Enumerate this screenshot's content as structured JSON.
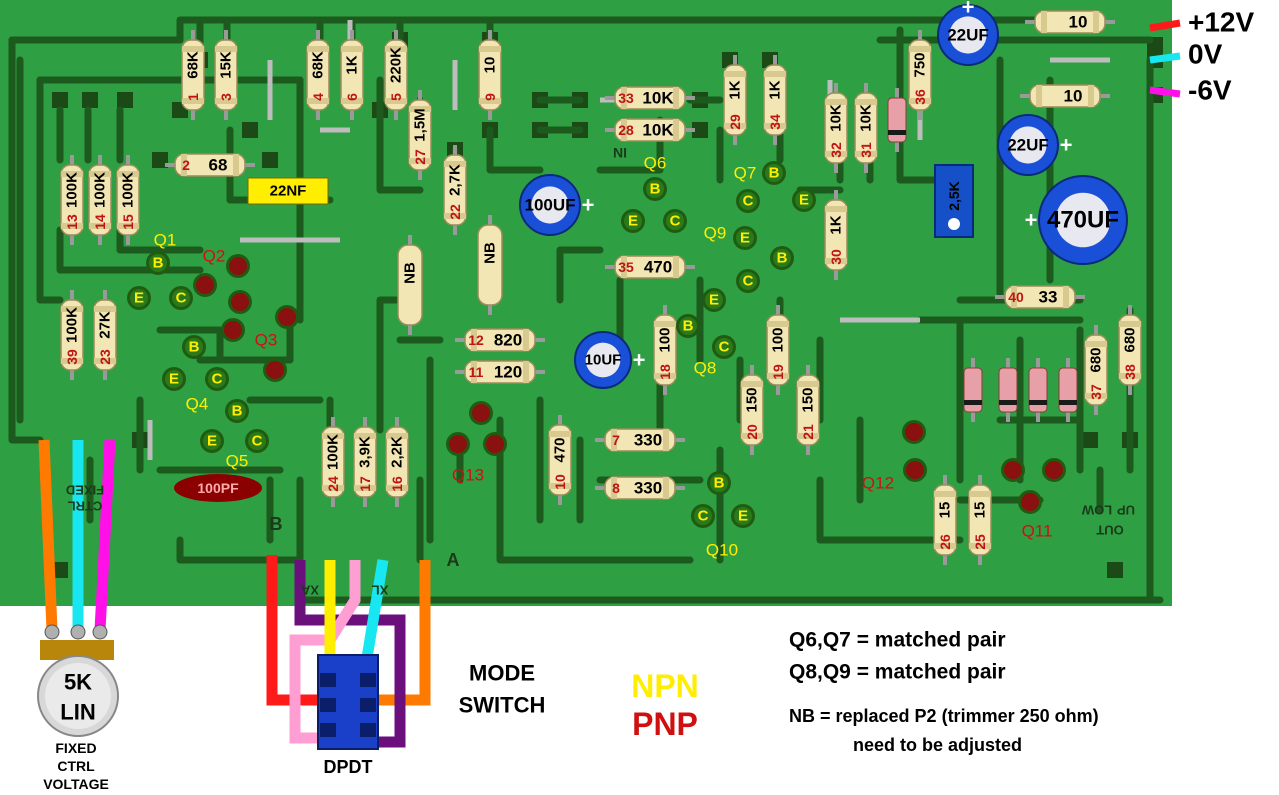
{
  "colors": {
    "pcb": "#2ea043",
    "trace": "#1c5a1e",
    "pad": "#1b4a17",
    "resistor_body": "#f2e6b4",
    "npn_label": "#ffee00",
    "pnp_label": "#d01010",
    "wire_red": "#ff1a1a",
    "wire_cyan": "#18e6f0",
    "wire_magenta": "#ff10e6",
    "wire_orange": "#ff7a00",
    "wire_yellow": "#ffee00",
    "wire_pink": "#ff9ed2",
    "wire_purple": "#6a0f7c",
    "cap_blue": "#1a4fd8",
    "trimmer_blue": "#1550c8",
    "cap_brown": "#8b0000"
  },
  "power_labels": [
    "+12V",
    "0V",
    "-6V"
  ],
  "resistors": [
    {
      "id": "1",
      "value": "68K"
    },
    {
      "id": "3",
      "value": "15K"
    },
    {
      "id": "4",
      "value": "68K"
    },
    {
      "id": "6",
      "value": "1K"
    },
    {
      "id": "5",
      "value": "220K"
    },
    {
      "id": "9",
      "value": "10"
    },
    {
      "id": "27",
      "value": "1,5M"
    },
    {
      "id": "22",
      "value": "2,7K"
    },
    {
      "id": "2",
      "value": "68"
    },
    {
      "id": "13",
      "value": "100K"
    },
    {
      "id": "14",
      "value": "100K"
    },
    {
      "id": "15",
      "value": "100K"
    },
    {
      "id": "39",
      "value": "100K"
    },
    {
      "id": "23",
      "value": "27K"
    },
    {
      "id": "24",
      "value": "100K"
    },
    {
      "id": "17",
      "value": "3,9K"
    },
    {
      "id": "16",
      "value": "2,2K"
    },
    {
      "id": "33",
      "value": "10K"
    },
    {
      "id": "28",
      "value": "10K"
    },
    {
      "id": "29",
      "value": "1K"
    },
    {
      "id": "34",
      "value": "1K"
    },
    {
      "id": "32",
      "value": "10K"
    },
    {
      "id": "31",
      "value": "10K"
    },
    {
      "id": "36",
      "value": "750"
    },
    {
      "id": "30",
      "value": "1K"
    },
    {
      "id": "35",
      "value": "470"
    },
    {
      "id": "12",
      "value": "820"
    },
    {
      "id": "11",
      "value": "120"
    },
    {
      "id": "18",
      "value": "100"
    },
    {
      "id": "19",
      "value": "100"
    },
    {
      "id": "20",
      "value": "150"
    },
    {
      "id": "21",
      "value": "150"
    },
    {
      "id": "10",
      "value": "470"
    },
    {
      "id": "7",
      "value": "330"
    },
    {
      "id": "8",
      "value": "330"
    },
    {
      "id": "40",
      "value": "33"
    },
    {
      "id": "37",
      "value": "680"
    },
    {
      "id": "38",
      "value": "680"
    },
    {
      "id": "26",
      "value": "15"
    },
    {
      "id": "25",
      "value": "15"
    },
    {
      "id": "",
      "value": "10"
    },
    {
      "id": "",
      "value": "10"
    }
  ],
  "nb_label": "NB",
  "capacitors": {
    "cap_22nf": "22NF",
    "cap_100pf": "100PF",
    "cap_22uf_top": "22UF",
    "cap_22uf_right": "22UF",
    "cap_470uf": "470UF",
    "cap_100uf": "100UF",
    "cap_10uf": "10UF",
    "plus": "+"
  },
  "trimmer": "2,5K",
  "transistor_labels": {
    "npn": [
      "Q1",
      "Q4",
      "Q5",
      "Q6",
      "Q7",
      "Q8",
      "Q9",
      "Q10"
    ],
    "pnp": [
      "Q2",
      "Q3",
      "Q11",
      "Q12",
      "Q13"
    ]
  },
  "pin_letters": {
    "b": "B",
    "c": "C",
    "e": "E"
  },
  "board_marks": {
    "in": "IN",
    "a": "A",
    "b": "B",
    "fixed": "FIXED",
    "ctrl": "CTRL",
    "up": "UP",
    "low": "LOW",
    "out": "OUT",
    "xa": "XA",
    "xl": "XL"
  },
  "pot": {
    "line1": "5K",
    "line2": "LIN"
  },
  "pot_caption": [
    "FIXED",
    "CTRL",
    "VOLTAGE"
  ],
  "switch_caption": "DPDT",
  "mode_switch": [
    "MODE",
    "SWITCH"
  ],
  "legend": {
    "npn": "NPN",
    "pnp": "PNP"
  },
  "notes": [
    "Q6,Q7 = matched pair",
    "Q8,Q9 = matched pair",
    "NB = replaced P2 (trimmer 250 ohm)",
    "need to be adjusted"
  ]
}
